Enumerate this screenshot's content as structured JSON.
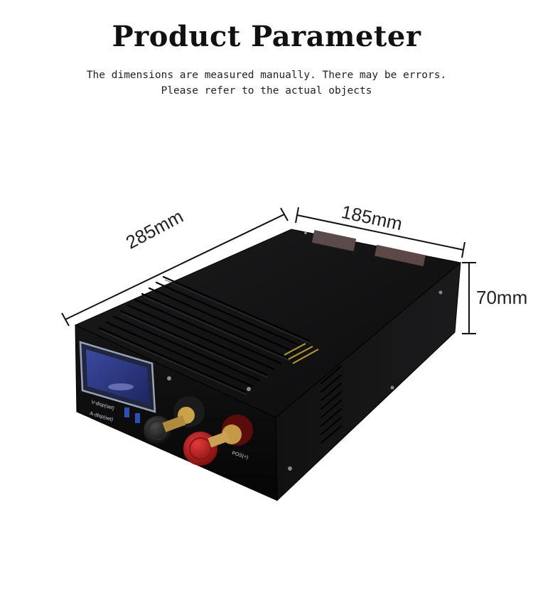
{
  "header": {
    "title": "Product Parameter",
    "note_line1": "The dimensions are measured manually. There may be errors.",
    "note_line2": "Please refer to the actual objects"
  },
  "dimensions": {
    "length": "285mm",
    "width": "185mm",
    "height": "70mm"
  },
  "product": {
    "display_labels": [
      "V-disp(set)",
      "A-disp(set)"
    ],
    "terminal_label": "POS(+)"
  }
}
